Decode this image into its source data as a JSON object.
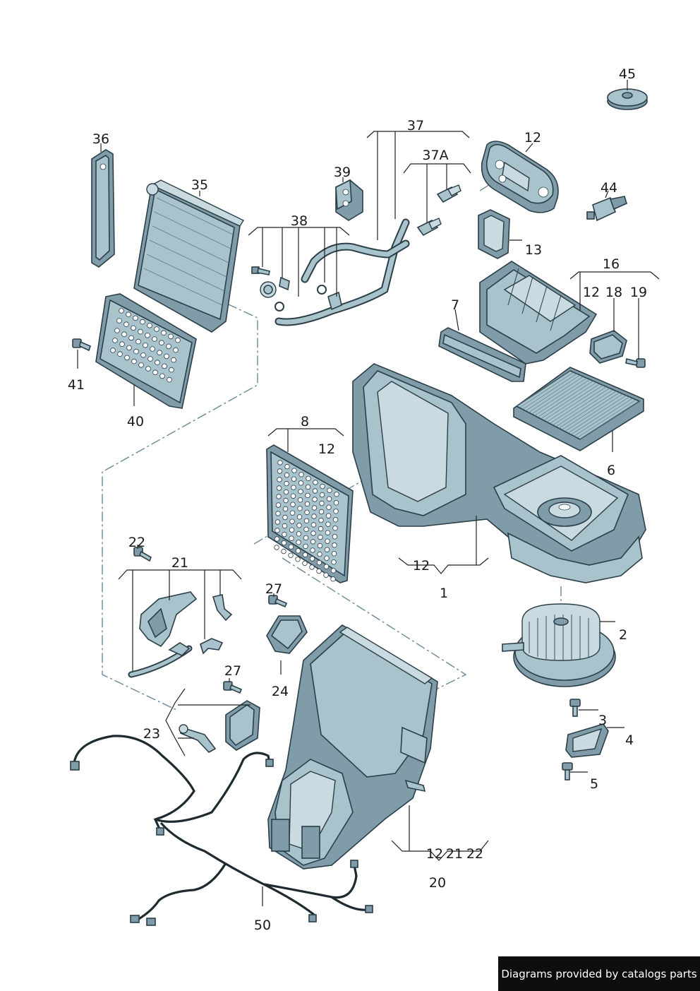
{
  "labels": {
    "l45": "45",
    "l37": "37",
    "l12a": "12",
    "l36": "36",
    "l35": "35",
    "l37a": "37A",
    "l39": "39",
    "l44": "44",
    "l38": "38",
    "l13": "13",
    "l16": "16",
    "l12b": "12",
    "l18": "18",
    "l19": "19",
    "l7": "7",
    "l41": "41",
    "l40": "40",
    "l8": "8",
    "l12c": "12",
    "l6": "6",
    "l22": "22",
    "l21": "21",
    "l12d": "12",
    "l1": "1",
    "l27a": "27",
    "l2": "2",
    "l27b": "27",
    "l24": "24",
    "l3": "3",
    "l23": "23",
    "l4": "4",
    "l5": "5",
    "l12e": "12",
    "l21b": "21",
    "l22b": "22",
    "l20": "20",
    "l50": "50"
  },
  "footer": {
    "credit": "Diagrams provided by catalogs parts"
  },
  "colors": {
    "part": "#a9c3cc",
    "outline": "#2b3e48",
    "credit_bg": "#0e0e0e"
  }
}
